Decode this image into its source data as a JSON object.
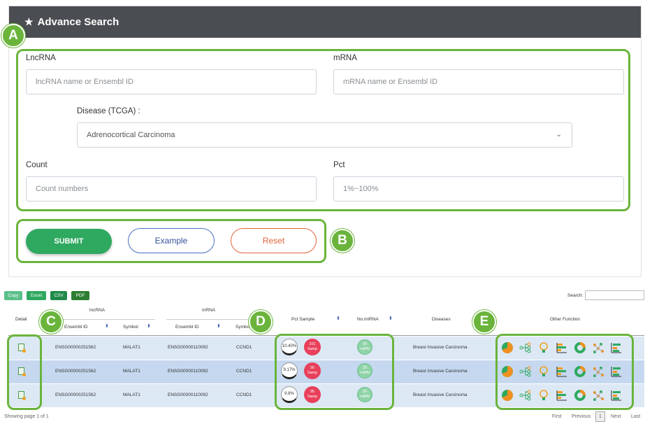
{
  "header": {
    "title": "Advance Search",
    "star_icon": "star-icon"
  },
  "annotations": {
    "a": "A",
    "b": "B",
    "c": "C",
    "d": "D",
    "e": "E"
  },
  "form": {
    "lncrna_label": "LncRNA",
    "lncrna_placeholder": "lncRNA name or Ensembl ID",
    "mrna_label": "mRNA",
    "mrna_placeholder": "mRNA name or Ensembl ID",
    "disease_label": "Disease (TCGA) :",
    "disease_value": "Adrenocortical Carcinoma",
    "count_label": "Count",
    "count_placeholder": "Count numbers",
    "pct_label": "Pct",
    "pct_placeholder": "1%~100%"
  },
  "buttons": {
    "submit": "SUBMIT",
    "example": "Example",
    "reset": "Reset"
  },
  "export": {
    "copy": "Copy",
    "excel": "Excel",
    "csv": "CSV",
    "pdf": "PDF"
  },
  "search_label": "Search:",
  "table": {
    "headers": {
      "detail": "Detail",
      "lncrna_group": "lncRNA",
      "mrna_group": "mRNA",
      "ensembl_id": "Ensembl ID",
      "symbol": "Symbol",
      "mrna_ensembl_id": "Ensembl ID",
      "mrna_symbol": "Symbol",
      "pct_sample": "Pct Sample",
      "no_mirna": "No.miRNA",
      "diseases": "Diseases",
      "other_function": "Other Function"
    },
    "rows": [
      {
        "lnc_id": "ENSG00000251562",
        "lnc_symbol": "MALAT1",
        "mrna_id": "ENSG00000110092",
        "mrna_symbol": "CCND1",
        "pct": "10.40%",
        "samp_top": "101",
        "samp_bottom": "Samp",
        "mirna_top": "30",
        "mirna_bottom": "miRN",
        "disease": "Breast Invasive Carcinoma"
      },
      {
        "lnc_id": "ENSG00000251562",
        "lnc_symbol": "MALAT1",
        "mrna_id": "ENSG00000110092",
        "mrna_symbol": "CCND1",
        "pct": "9.17%",
        "samp_top": "90",
        "samp_bottom": "Samp",
        "mirna_top": "30",
        "mirna_bottom": "miRN",
        "disease": "Breast Invasive Carcinoma"
      },
      {
        "lnc_id": "ENSG00000251562",
        "lnc_symbol": "MALAT1",
        "mrna_id": "ENSG00000110092",
        "mrna_symbol": "CCND1",
        "pct": "9.8%",
        "samp_top": "95",
        "samp_bottom": "Samp",
        "mirna_top": "30",
        "mirna_bottom": "miRN",
        "disease": "Breast Invasive Carcinoma"
      }
    ]
  },
  "footer": {
    "info": "Showing page 1 of 1",
    "first": "First",
    "previous": "Previous",
    "page": "1",
    "next": "Next",
    "last": "Last"
  },
  "colors": {
    "accent_green": "#6ab43b",
    "header_bg": "#4a4d51",
    "submit": "#2fa960",
    "row_highlight": "#c5d8ef",
    "row_light": "#dde8f5"
  }
}
